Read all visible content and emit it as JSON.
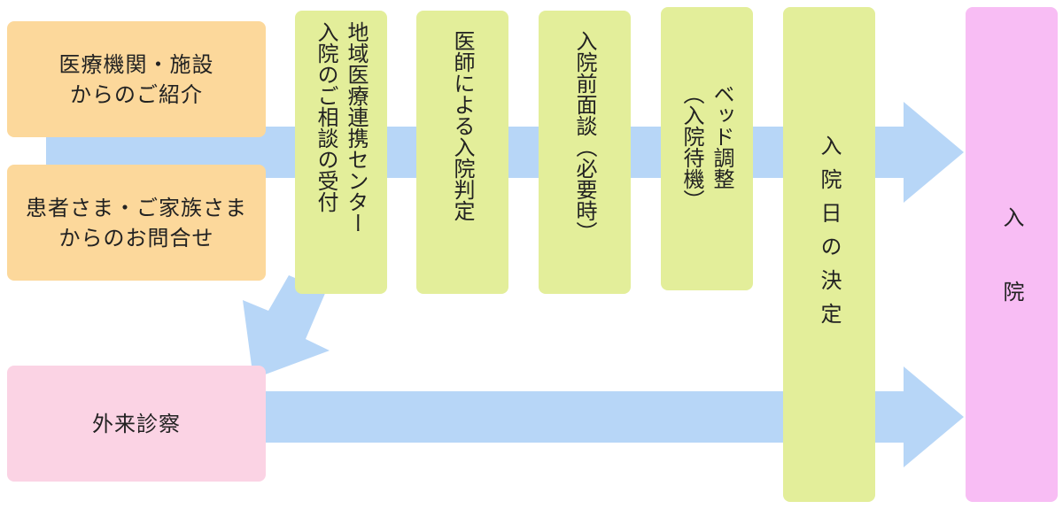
{
  "colors": {
    "arrow": "#b7d6f7",
    "orange_box": "#fcd89b",
    "green_box": "#e3ee9a",
    "pink_box": "#fbd3e4",
    "magenta_box": "#f8bdf4",
    "text": "#222222"
  },
  "sources": {
    "institution_referral": [
      "医療機関・施設",
      "からのご紹介"
    ],
    "patient_inquiry": [
      "患者さま・ご家族さま",
      "からのお問合せ"
    ]
  },
  "steps": {
    "consultation_desk": [
      "地域医療連携センター",
      "入院のご相談の受付"
    ],
    "admission_judgment": "医師による入院判定",
    "pre_admission_interview": "入院前面談（必要時）",
    "bed_adjustment": [
      "ベッド調整",
      "（入院待機）"
    ],
    "admission_date": "入院日の決定"
  },
  "outpatient": "外来診察",
  "admission": "入院"
}
